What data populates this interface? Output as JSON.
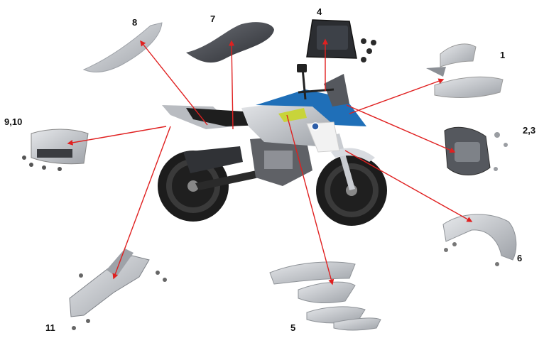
{
  "diagram": {
    "callouts": [
      {
        "id": "1",
        "label": "1"
      },
      {
        "id": "2_3",
        "label": "2,3"
      },
      {
        "id": "4",
        "label": "4"
      },
      {
        "id": "5",
        "label": "5"
      },
      {
        "id": "6",
        "label": "6"
      },
      {
        "id": "7",
        "label": "7"
      },
      {
        "id": "8",
        "label": "8"
      },
      {
        "id": "9_10",
        "label": "9,10"
      },
      {
        "id": "11",
        "label": "11"
      }
    ],
    "colors": {
      "arrow": "#e02020",
      "bike_blue": "#1f6fb8",
      "bike_silver": "#a9adb3",
      "bike_yellow": "#c8d43a",
      "part_grey": "#c4c7cc",
      "dark": "#1e1e1e"
    }
  }
}
